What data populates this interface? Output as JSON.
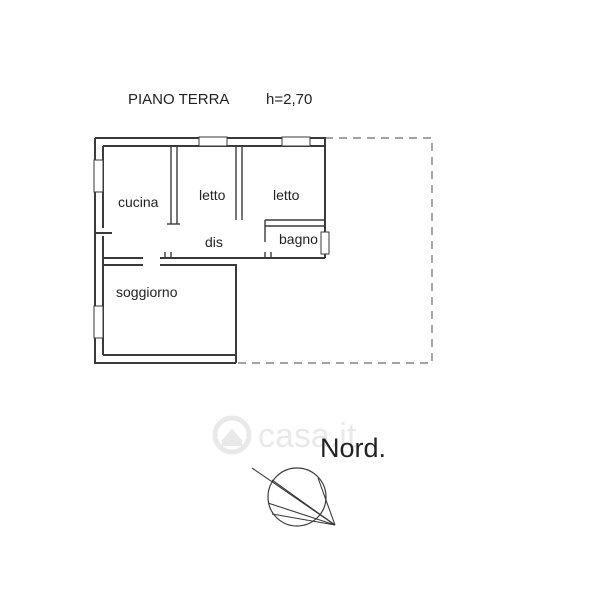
{
  "title": "PIANO TERRA",
  "height_label": "h=2,70",
  "rooms": {
    "cucina": "cucina",
    "letto_1": "letto",
    "letto_2": "letto",
    "dis": "dis",
    "bagno": "bagno",
    "soggiorno": "soggiorno"
  },
  "north_label": "Nord.",
  "watermark": "casa.it",
  "colors": {
    "walls": "#3a3a3a",
    "dashed_outline": "#6a6a6a",
    "watermark": "#e9e9e9"
  },
  "icons": {
    "compass": "north-compass-icon",
    "watermark_logo": "house-logo-icon"
  }
}
